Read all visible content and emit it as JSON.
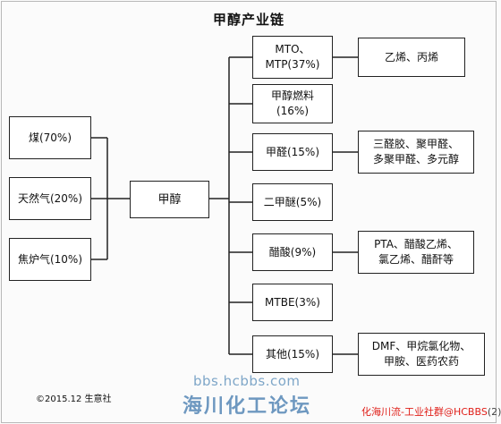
{
  "title": "甲醇产业链",
  "sources": [
    {
      "label": "煤(70%)"
    },
    {
      "label": "天然气(20%)"
    },
    {
      "label": "焦炉气(10%)"
    }
  ],
  "center": {
    "label": "甲醇"
  },
  "uses": [
    {
      "label": "MTO、\nMTP(37%)"
    },
    {
      "label": "甲醇燃料\n(16%)"
    },
    {
      "label": "甲醛(15%)"
    },
    {
      "label": "二甲醚(5%)"
    },
    {
      "label": "醋酸(9%)"
    },
    {
      "label": "MTBE(3%)"
    },
    {
      "label": "其他(15%)"
    }
  ],
  "products": [
    {
      "label": "乙烯、丙烯"
    },
    {
      "label": "三醛胶、聚甲醛、\n多聚甲醛、多元醇"
    },
    {
      "label": "PTA、醋酸乙烯、\n氯乙烯、醋酐等"
    },
    {
      "label": "DMF、甲烷氯化物、\n甲胺、医药农药"
    }
  ],
  "footer": {
    "copyright": "©2015.12 生意社",
    "watermark_url": "bbs.hcbbs.com",
    "watermark_name": "海川化工论坛",
    "right_text": "化海川流-工业社群@HCBBS",
    "right_tail": "(2)"
  }
}
